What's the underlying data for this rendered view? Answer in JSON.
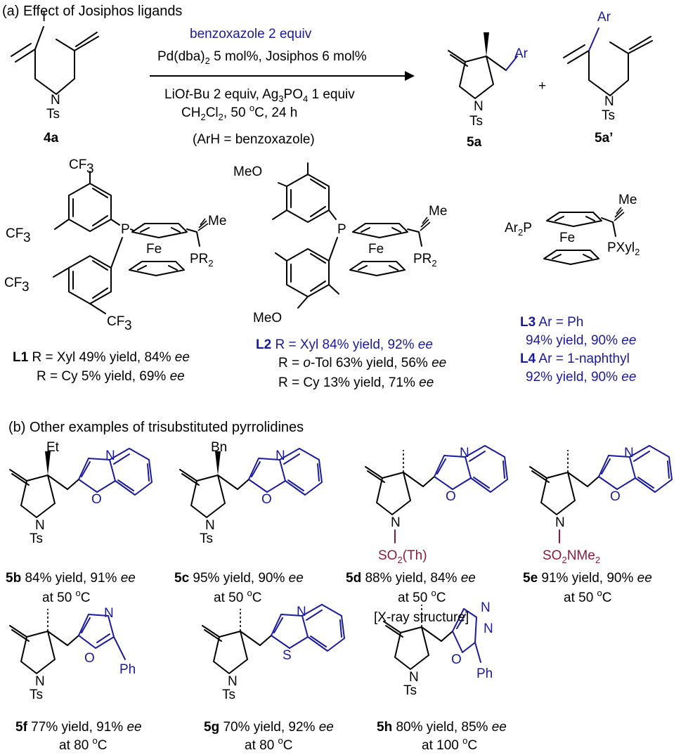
{
  "section_a": {
    "title": "(a) Effect of Josiphos ligands",
    "conditions": {
      "line1": "benzoxazole 2 equiv",
      "line2_pre": "Pd(dba)",
      "line2_sub": "2",
      "line2_post": " 5 mol%, Josiphos 6 mol%",
      "line3_pre": "LiO",
      "line3_it": "t",
      "line3_mid": "-Bu 2 equiv, Ag",
      "line3_sub1": "3",
      "line3_mid2": "PO",
      "line3_sub2": "4",
      "line3_post": " 1 equiv",
      "line4_pre": "CH",
      "line4_sub1": "2",
      "line4_mid": "Cl",
      "line4_sub2": "2",
      "line4_post": ", 50 ",
      "line4_sup": "o",
      "line4_end": "C, 24 h",
      "line5": "(ArH = benzoxazole)"
    },
    "plus": "+",
    "compounds": {
      "c4a": "4a",
      "c5a": "5a",
      "c5a_prime": "5a’"
    },
    "atoms": {
      "I": "I",
      "N": "N",
      "Ts": "Ts",
      "Ar": "Ar",
      "Me": "Me",
      "Fe": "Fe",
      "P": "P",
      "CF3": "CF",
      "CF3_sub": "3",
      "MeO": "MeO",
      "PR2": "PR",
      "PR2_sub": "2",
      "Ar2P": "Ar",
      "Ar2P_sub": "2",
      "Ar2P_post": "P",
      "PXyl2": "PXyl",
      "PXyl2_sub": "2"
    },
    "ligand_results": {
      "L1": {
        "label": "L1",
        "row1": " R = Xyl 49% yield, 84% ",
        "row2": "R = Cy  5% yield, 69% ",
        "ee": "ee"
      },
      "L2": {
        "label": "L2",
        "row1": " R = Xyl   84% yield, 92% ",
        "row2_pre": "R = ",
        "row2_it": "o",
        "row2_post": "-Tol  63% yield, 56% ",
        "row3": "R = Cy     13% yield, 71% ",
        "ee": "ee"
      },
      "L3": {
        "label": "L3",
        "desc": " Ar = Ph",
        "yield": "94% yield, 90% ",
        "ee": "ee"
      },
      "L4": {
        "label": "L4",
        "desc": " Ar = 1-naphthyl",
        "yield": "92% yield, 90% ",
        "ee": "ee"
      }
    }
  },
  "section_b": {
    "title": "(b) Other examples of trisubstituted pyrrolidines",
    "substituents": {
      "Et": "Et",
      "Bn": "Bn",
      "N": "N",
      "O": "O",
      "S": "S",
      "Ph": "Ph",
      "Ts": "Ts",
      "SO2Th_pre": "SO",
      "SO2Th_sub": "2",
      "SO2Th_post": "(Th)",
      "SO2NMe2_pre": "SO",
      "SO2NMe2_sub": "2",
      "SO2NMe2_mid": "NMe",
      "SO2NMe2_sub2": "2"
    },
    "examples": [
      {
        "id": "5b",
        "result": " 84% yield, 91% ",
        "ee": "ee",
        "temp_pre": "at 50 ",
        "temp_sup": "o",
        "temp_post": "C"
      },
      {
        "id": "5c",
        "result": " 95% yield, 90% ",
        "ee": "ee",
        "temp_pre": "at 50 ",
        "temp_sup": "o",
        "temp_post": "C"
      },
      {
        "id": "5d",
        "result": " 88% yield, 84% ",
        "ee": "ee",
        "temp_pre": "at 50 ",
        "temp_sup": "o",
        "temp_post": "C",
        "note": "[X-ray structure]"
      },
      {
        "id": "5e",
        "result": " 91% yield, 90% ",
        "ee": "ee",
        "temp_pre": "at 50 ",
        "temp_sup": "o",
        "temp_post": "C"
      },
      {
        "id": "5f",
        "result": " 77% yield, 91% ",
        "ee": "ee",
        "temp_pre": "at 80 ",
        "temp_sup": "o",
        "temp_post": "C"
      },
      {
        "id": "5g",
        "result": " 70% yield, 92% ",
        "ee": "ee",
        "temp_pre": "at 80 ",
        "temp_sup": "o",
        "temp_post": "C"
      },
      {
        "id": "5h",
        "result": " 80% yield, 85% ",
        "ee": "ee",
        "temp_pre": "at 100 ",
        "temp_sup": "o",
        "temp_post": "C"
      }
    ]
  }
}
